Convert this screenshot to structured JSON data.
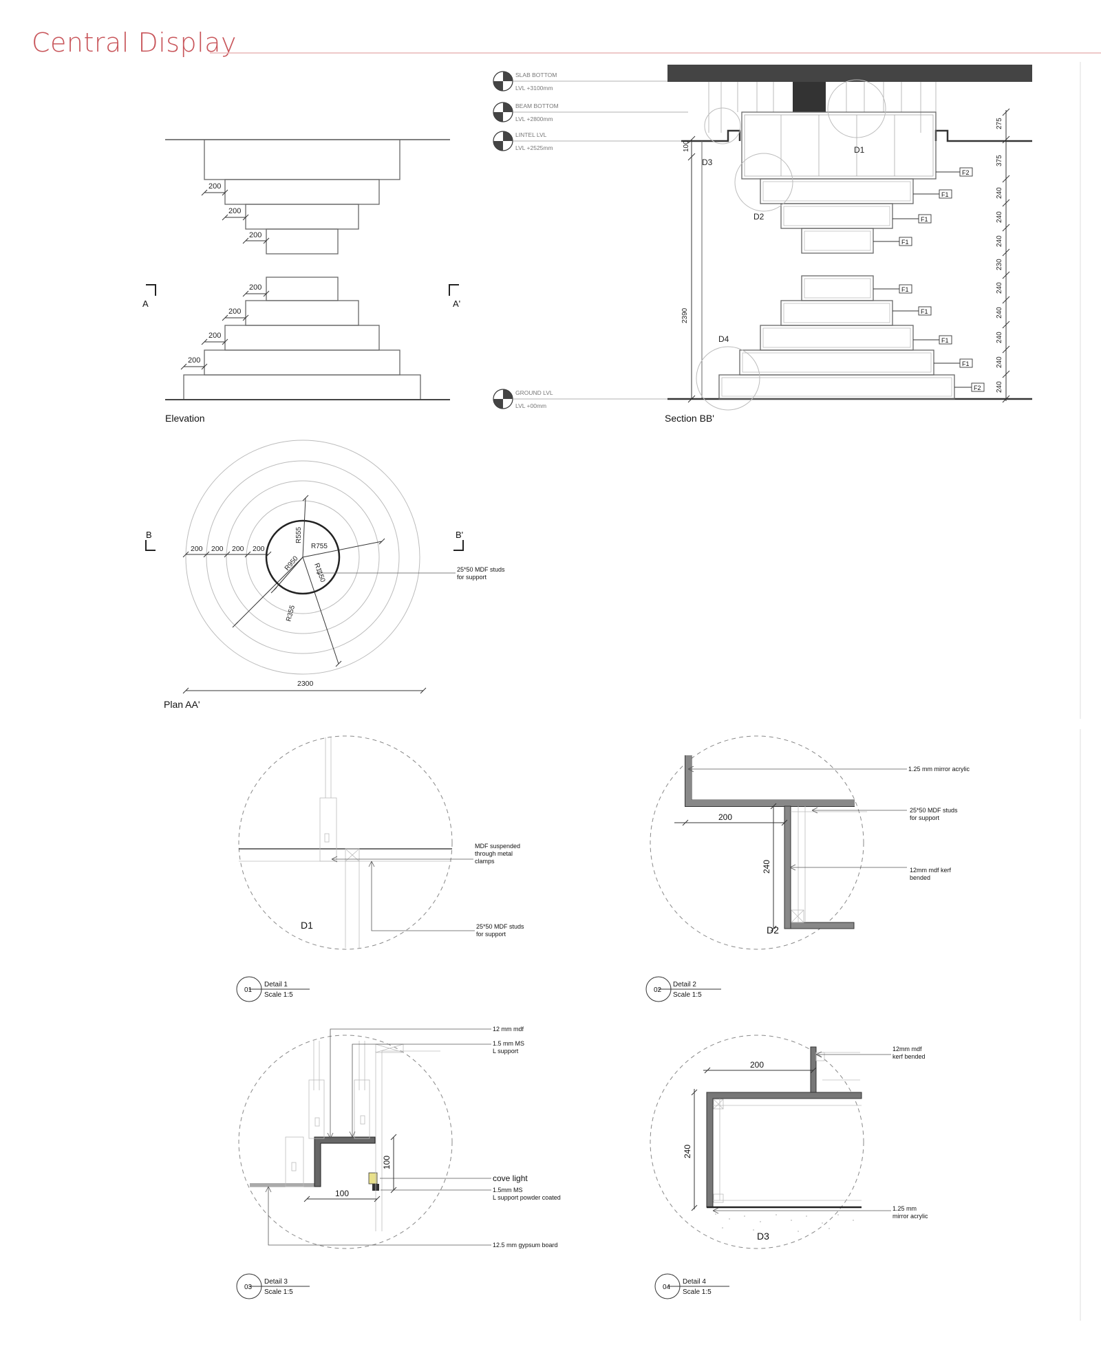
{
  "page": {
    "title": "Central Display"
  },
  "colors": {
    "title": "#c8555a",
    "line": "#555555",
    "light": "#bbbbbb",
    "dark": "#444444",
    "beam": "#333333",
    "cove_light": "#e8e08a"
  },
  "elevation": {
    "label": "Elevation",
    "dims": [
      "200",
      "200",
      "200",
      "200",
      "200",
      "200",
      "200"
    ],
    "section_marks": {
      "left": "A",
      "right": "A'"
    }
  },
  "section": {
    "label": "Section BB'",
    "levels": [
      {
        "name": "SLAB BOTTOM",
        "value": "LVL +3100mm"
      },
      {
        "name": "BEAM BOTTOM",
        "value": "LVL +2800mm"
      },
      {
        "name": "LINTEL LVL",
        "value": "LVL +2525mm"
      },
      {
        "name": "GROUND LVL",
        "value": "LVL +00mm"
      }
    ],
    "details": [
      "D1",
      "D2",
      "D3",
      "D4"
    ],
    "finish_tags": [
      "F2",
      "F1",
      "F1",
      "F1",
      "F1",
      "F1",
      "F1",
      "F1",
      "F2"
    ],
    "right_dims": [
      "275",
      "375",
      "240",
      "240",
      "240",
      "230",
      "240",
      "240",
      "240",
      "240",
      "240"
    ],
    "left_dims": [
      "100",
      "2390"
    ]
  },
  "plan": {
    "label": "Plan AA'",
    "section_marks": {
      "left": "B",
      "right": "B'"
    },
    "dims": [
      "200",
      "200",
      "200",
      "200"
    ],
    "radii": [
      "R555",
      "R755",
      "R950",
      "R1150",
      "R355"
    ],
    "overall": "2300",
    "note": [
      "25*50 MDF studs",
      "for support"
    ]
  },
  "details": [
    {
      "num": "01",
      "title": "Detail 1",
      "scale": "Scale 1:5",
      "tag": "D1",
      "notes": [
        [
          "MDF suspended",
          "through metal",
          "clamps"
        ],
        [
          "25*50 MDF studs",
          "for support"
        ]
      ]
    },
    {
      "num": "02",
      "title": "Detail 2",
      "scale": "Scale 1:5",
      "tag": "D2",
      "dims": [
        "200",
        "240"
      ],
      "notes": [
        [
          "1.25 mm mirror acrylic"
        ],
        [
          "25*50 MDF studs",
          "for support"
        ],
        [
          "12mm mdf kerf",
          "bended"
        ]
      ]
    },
    {
      "num": "03",
      "title": "Detail 3",
      "scale": "Scale 1:5",
      "dims": [
        "100",
        "100"
      ],
      "notes": [
        [
          "12 mm mdf"
        ],
        [
          "1.5 mm MS",
          "L support"
        ],
        [
          "cove light"
        ],
        [
          "1.5mm MS",
          "L support powder coated"
        ],
        [
          "12.5 mm gypsum board"
        ]
      ]
    },
    {
      "num": "04",
      "title": "Detail 4",
      "scale": "Scale 1:5",
      "tag": "D3",
      "dims": [
        "200",
        "240"
      ],
      "notes": [
        [
          "12mm mdf",
          "kerf bended"
        ],
        [
          "1.25 mm",
          "mirror acrylic"
        ]
      ]
    }
  ]
}
